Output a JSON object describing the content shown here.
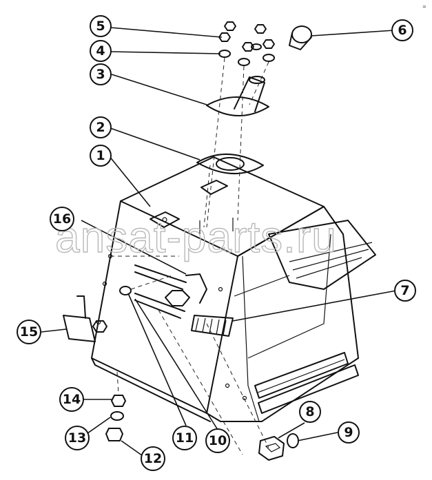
{
  "watermark": "ansat-parts.ru",
  "corner_mark": "=",
  "callouts": [
    {
      "id": "c1",
      "label": "1"
    },
    {
      "id": "c2",
      "label": "2"
    },
    {
      "id": "c3",
      "label": "3"
    },
    {
      "id": "c4",
      "label": "4"
    },
    {
      "id": "c5",
      "label": "5"
    },
    {
      "id": "c6",
      "label": "6"
    },
    {
      "id": "c7",
      "label": "7"
    },
    {
      "id": "c8",
      "label": "8"
    },
    {
      "id": "c9",
      "label": "9"
    },
    {
      "id": "c10",
      "label": "10"
    },
    {
      "id": "c11",
      "label": "11"
    },
    {
      "id": "c12",
      "label": "12"
    },
    {
      "id": "c13",
      "label": "13"
    },
    {
      "id": "c14",
      "label": "14"
    },
    {
      "id": "c15",
      "label": "15"
    },
    {
      "id": "c16",
      "label": "16"
    }
  ]
}
